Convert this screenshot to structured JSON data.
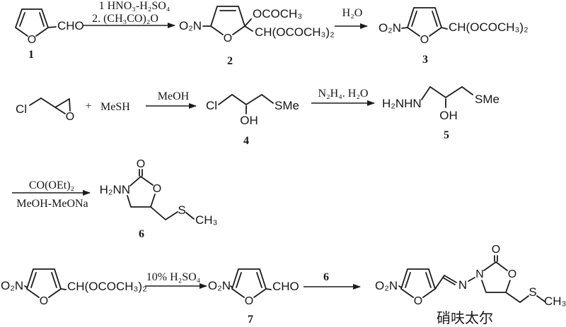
{
  "colors": {
    "ink": "#1b1b1b",
    "paper": "#ffffff"
  },
  "row1": {
    "compound1": {
      "ring_o": "O",
      "aldehyde": "CHO",
      "number": "1"
    },
    "arrow1": {
      "step1": "1 HNO₃-H₂SO₄",
      "step2": "2. (CH₃CO)₂O"
    },
    "compound2": {
      "nitro": "O₂N",
      "ring_o": "O",
      "acetate": "OCOCH₃",
      "diacetate": "CH(OCOCH₃)₂",
      "number": "2"
    },
    "arrow2": {
      "reagent": "H₂O"
    },
    "compound3": {
      "nitro": "O₂N",
      "ring_o": "O",
      "diacetate": "CH(OCOCH₃)₂",
      "number": "3"
    }
  },
  "row2": {
    "epoxide": {
      "chloro": "Cl",
      "ring_o": "O"
    },
    "plus": "+",
    "thiol": "MeSH",
    "arrow1": {
      "reagent": "MeOH"
    },
    "compound4": {
      "chloro": "Cl",
      "hydroxyl": "OH",
      "thioether": "SMe",
      "number": "4"
    },
    "arrow2": {
      "reagent": "N₂H₄. H₂O"
    },
    "compound5": {
      "hydrazino": "H₂NHN",
      "hydroxyl": "OH",
      "thioether": "SMe",
      "number": "5"
    }
  },
  "row3": {
    "arrow": {
      "above": "CO(OEt)₂",
      "below": "MeOH-MeONa"
    },
    "compound6": {
      "amino": "H₂NN",
      "carbonyl_o": "O",
      "ring_o": "O",
      "sulfur": "S",
      "methyl": "CH₃",
      "number": "6"
    }
  },
  "row4": {
    "compound3_repeat": {
      "nitro": "O₂N",
      "ring_o": "O",
      "diacetate": "CH(OCOCH₃)₂"
    },
    "arrow1": {
      "reagent": "10% H₂SO₄"
    },
    "compound7": {
      "nitro": "O₂N",
      "ring_o": "O",
      "aldehyde": "CHO",
      "number": "7"
    },
    "arrow2": {
      "reagent": "6"
    },
    "product": {
      "nitro": "O₂N",
      "ring_o": "O",
      "imine_n": "N",
      "ring_n": "N",
      "carbonyl_o": "O",
      "ring_o2": "O",
      "sulfur": "S",
      "methyl": "CH₃",
      "name": "硝呋太尔"
    }
  }
}
